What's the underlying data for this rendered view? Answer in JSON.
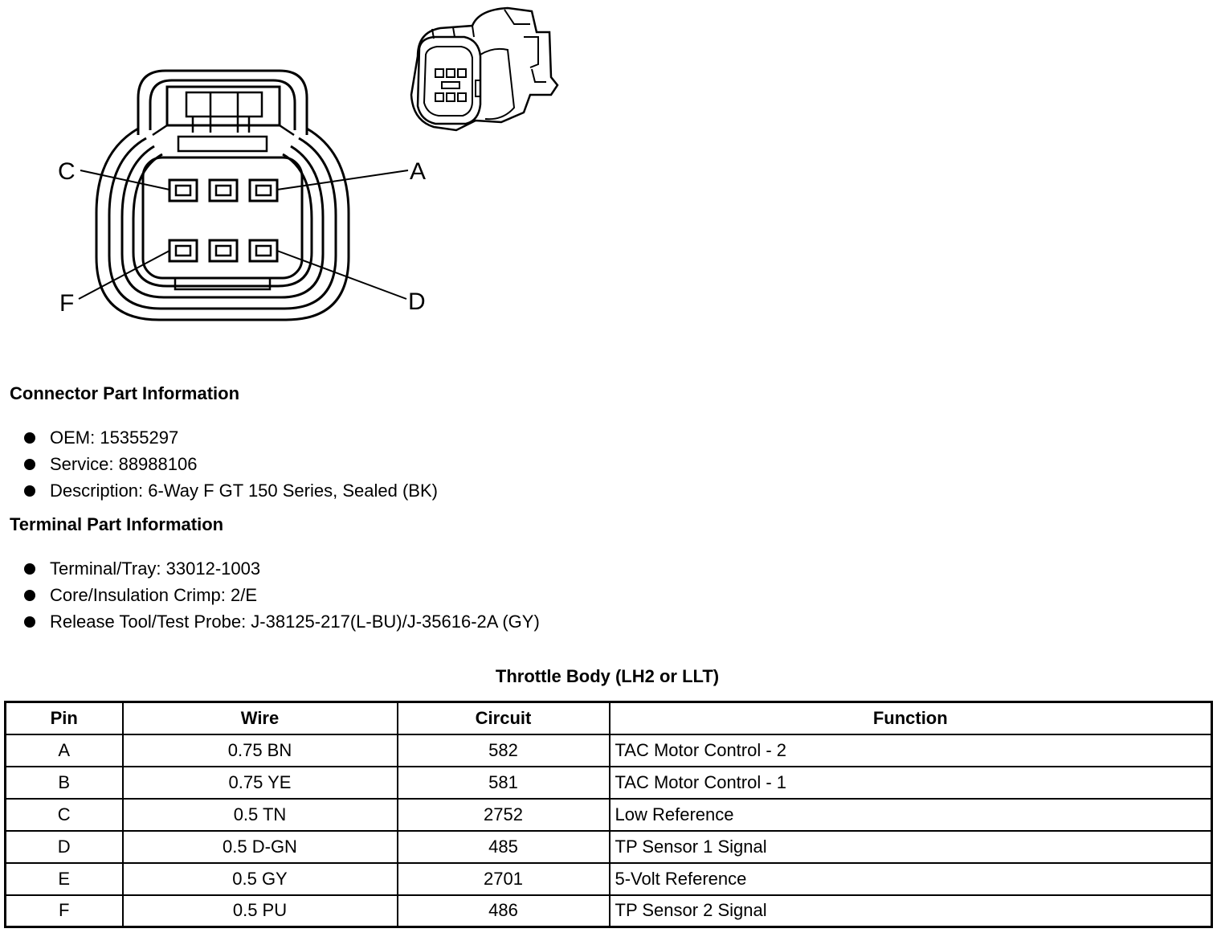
{
  "diagram": {
    "pin_labels": {
      "a": "A",
      "c": "C",
      "d": "D",
      "f": "F"
    }
  },
  "connector_info": {
    "heading": "Connector Part Information",
    "items": [
      "OEM: 15355297",
      "Service: 88988106",
      "Description: 6-Way F GT 150 Series, Sealed (BK)"
    ]
  },
  "terminal_info": {
    "heading": "Terminal Part Information",
    "items": [
      "Terminal/Tray: 33012-1003",
      "Core/Insulation Crimp: 2/E",
      "Release Tool/Test Probe: J-38125-217(L-BU)/J-35616-2A (GY)"
    ]
  },
  "table": {
    "title": "Throttle Body (LH2 or LLT)",
    "headers": [
      "Pin",
      "Wire",
      "Circuit",
      "Function"
    ],
    "rows": [
      [
        "A",
        "0.75 BN",
        "582",
        "TAC Motor Control - 2"
      ],
      [
        "B",
        "0.75 YE",
        "581",
        "TAC Motor Control - 1"
      ],
      [
        "C",
        "0.5 TN",
        "2752",
        "Low Reference"
      ],
      [
        "D",
        "0.5 D-GN",
        "485",
        "TP Sensor 1 Signal"
      ],
      [
        "E",
        "0.5 GY",
        "2701",
        "5-Volt Reference"
      ],
      [
        "F",
        "0.5 PU",
        "486",
        "TP Sensor 2 Signal"
      ]
    ]
  }
}
